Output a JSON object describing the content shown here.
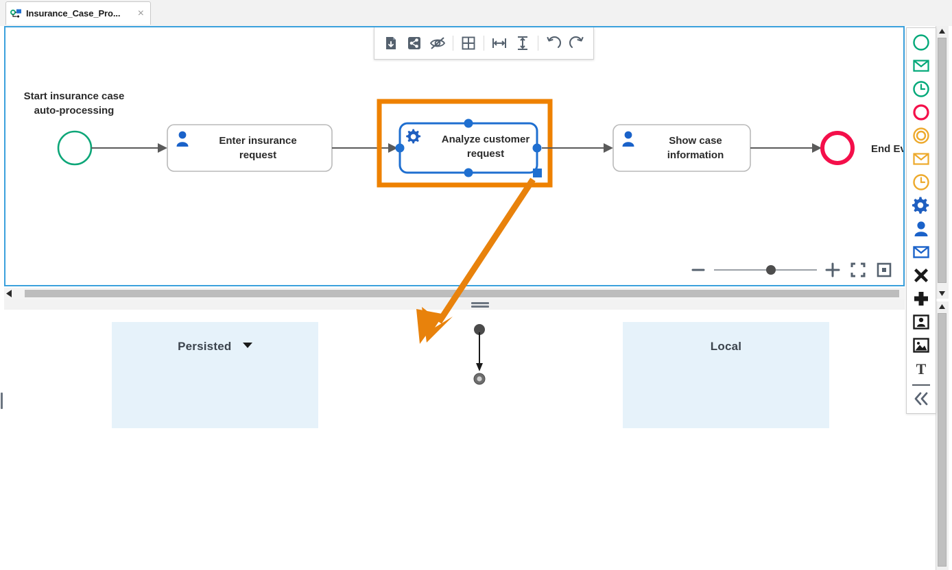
{
  "window": {
    "tab": {
      "title": "Insurance_Case_Pro...",
      "icon": "bpmn-diagram-icon",
      "close_label": "×"
    }
  },
  "toolbar": {
    "items": [
      {
        "name": "download-file-icon",
        "label": "Download"
      },
      {
        "name": "share-icon",
        "label": "Share"
      },
      {
        "name": "eye-slash-icon",
        "label": "Hide"
      },
      {
        "name": "grid-icon",
        "label": "Grid"
      },
      {
        "name": "align-horizontal-icon",
        "label": "Distribute horizontally"
      },
      {
        "name": "align-vertical-icon",
        "label": "Distribute vertically"
      },
      {
        "name": "undo-icon",
        "label": "Undo"
      },
      {
        "name": "redo-icon",
        "label": "Redo"
      }
    ]
  },
  "zoom_controls": {
    "minus_label": "−",
    "plus_label": "+",
    "slider_position_percent": 55,
    "fit_label": "Fit to screen",
    "actual_label": "Actual size"
  },
  "diagram": {
    "start_event": {
      "label": "Start insurance case\nauto-processing",
      "label_line1": "Start insurance case",
      "label_line2": "auto-processing",
      "color": "#0da678",
      "type": "start-event"
    },
    "tasks": [
      {
        "id": "enter-insurance-request",
        "line1": "Enter insurance",
        "line2": "request",
        "icon": "user-task-icon",
        "icon_color": "#1a62c9",
        "selected": false
      },
      {
        "id": "analyze-customer-request",
        "line1": "Analyze customer",
        "line2": "request",
        "icon": "service-task-gear-icon",
        "icon_color": "#1f5fc0",
        "selected": true,
        "selection_color": "#1f6fd0",
        "highlight_color": "#ee8100"
      },
      {
        "id": "show-case-information",
        "line1": "Show case",
        "line2": "information",
        "icon": "user-task-icon",
        "icon_color": "#1a62c9",
        "selected": false
      }
    ],
    "end_event": {
      "label": "End Ev",
      "color": "#f40f4a",
      "type": "end-event"
    },
    "connector_color": "#5a5a5a",
    "annotation_arrow_color": "#e8820c"
  },
  "palette": {
    "items": [
      {
        "name": "start-event-icon",
        "label": "Start event",
        "color": "#00a878"
      },
      {
        "name": "message-start-event-icon",
        "label": "Message start event",
        "color": "#00a878"
      },
      {
        "name": "timer-start-event-icon",
        "label": "Timer start event",
        "color": "#00a878"
      },
      {
        "name": "end-event-icon",
        "label": "End event",
        "color": "#f40f4a"
      },
      {
        "name": "intermediate-event-icon",
        "label": "Intermediate event",
        "color": "#edа92b"
      },
      {
        "name": "message-intermediate-event-icon",
        "label": "Message intermediate event",
        "color": "#eda92b"
      },
      {
        "name": "timer-intermediate-event-icon",
        "label": "Timer intermediate event",
        "color": "#eda92b"
      },
      {
        "name": "service-task-icon",
        "label": "Service task",
        "color": "#1f5fc0"
      },
      {
        "name": "user-task-icon",
        "label": "User task",
        "color": "#1a62c9"
      },
      {
        "name": "send-task-icon",
        "label": "Send task",
        "color": "#1a62c9"
      },
      {
        "name": "exclusive-gateway-icon",
        "label": "Exclusive gateway",
        "color": "#1a1a1a"
      },
      {
        "name": "parallel-gateway-icon",
        "label": "Parallel gateway",
        "color": "#1a1a1a"
      },
      {
        "name": "pool-lane-icon",
        "label": "Pool / Lane",
        "color": "#1a1a1a"
      },
      {
        "name": "image-icon",
        "label": "Image",
        "color": "#1a1a1a"
      },
      {
        "name": "text-annotation-icon",
        "label": "Text annotation",
        "color": "#1a1a1a"
      },
      {
        "name": "collapse-palette-icon",
        "label": "«",
        "color": "#5a6472"
      }
    ]
  },
  "properties_panel": {
    "persisted": {
      "label": "Persisted",
      "caret": "▾",
      "background": "#e6f2fa"
    },
    "local": {
      "label": "Local",
      "background": "#e6f2fa"
    },
    "middle_diagram": {
      "name": "mini-sequence-flow",
      "from": "filled-circle",
      "to": "ring-circle"
    }
  }
}
